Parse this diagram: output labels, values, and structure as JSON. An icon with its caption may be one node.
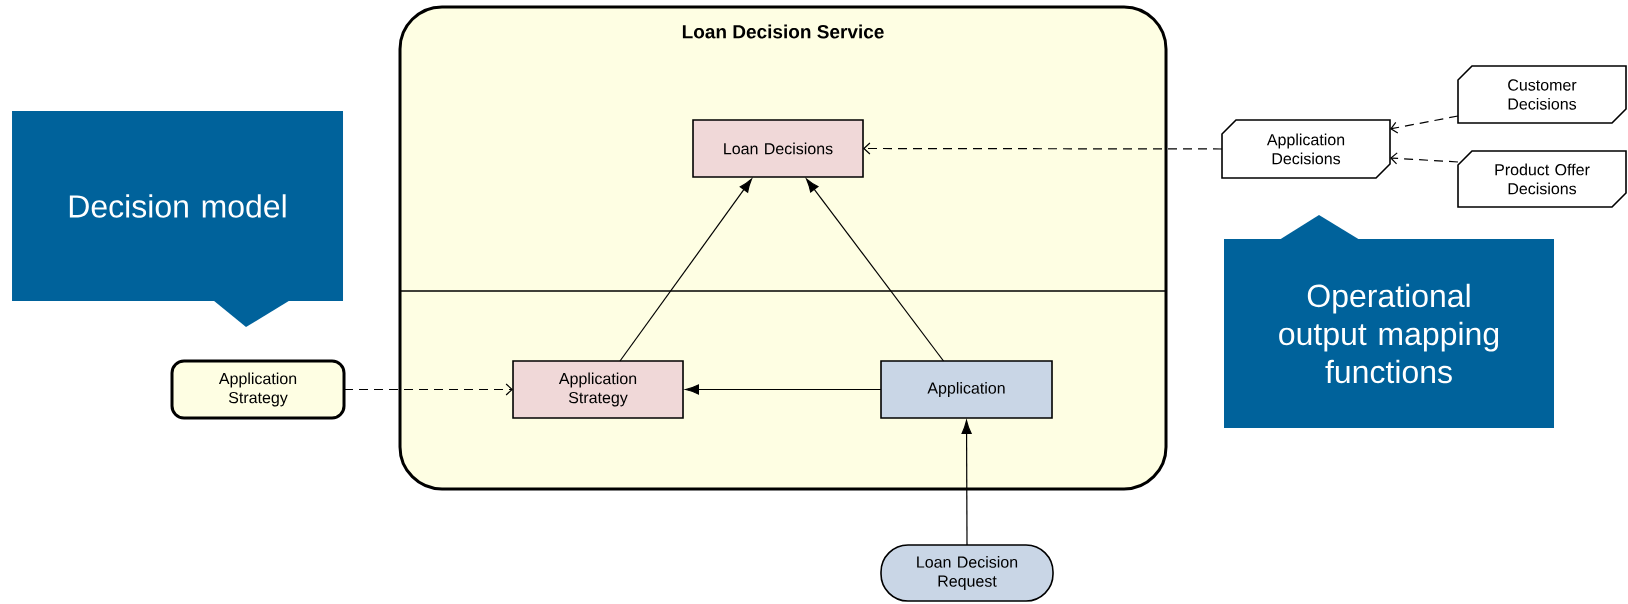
{
  "diagram": {
    "nodes": [
      {
        "text": [
          "Decision model"
        ]
      },
      {
        "text": [
          "Loan Decision Service"
        ]
      },
      {
        "text": [
          "Loan Decisions"
        ],
        "in": 1
      },
      {
        "text": [
          "Application Strategy"
        ],
        "in": 1
      },
      {
        "text": [
          "Application"
        ],
        "in": 1
      },
      {
        "text": [
          "Application Strategy"
        ]
      },
      {
        "text": [
          "Loan Decision Request"
        ]
      },
      {
        "text": [
          "Application Decisions"
        ]
      },
      {
        "text": [
          "Customer Decisions"
        ]
      },
      {
        "text": [
          "Product Offer Decisions"
        ]
      },
      {
        "text": [
          "Operational output mapping functions"
        ]
      }
    ],
    "edges": [
      {
        "from": 3,
        "to": 2,
        "arrow": "to"
      },
      {
        "from": 4,
        "to": 2,
        "arrow": "to"
      },
      {
        "from": 4,
        "to": 3,
        "arrow": "to"
      },
      {
        "from": 6,
        "to": 4,
        "arrow": "to"
      },
      {
        "from": 5,
        "to": 3,
        "arrow": "to",
        "style": "dashed"
      },
      {
        "from": 7,
        "to": 2,
        "arrow": "to",
        "style": "dashed"
      },
      {
        "from": 8,
        "to": 7,
        "arrow": "to",
        "style": "dashed"
      },
      {
        "from": 9,
        "to": 7,
        "arrow": "to",
        "style": "dashed"
      }
    ]
  }
}
